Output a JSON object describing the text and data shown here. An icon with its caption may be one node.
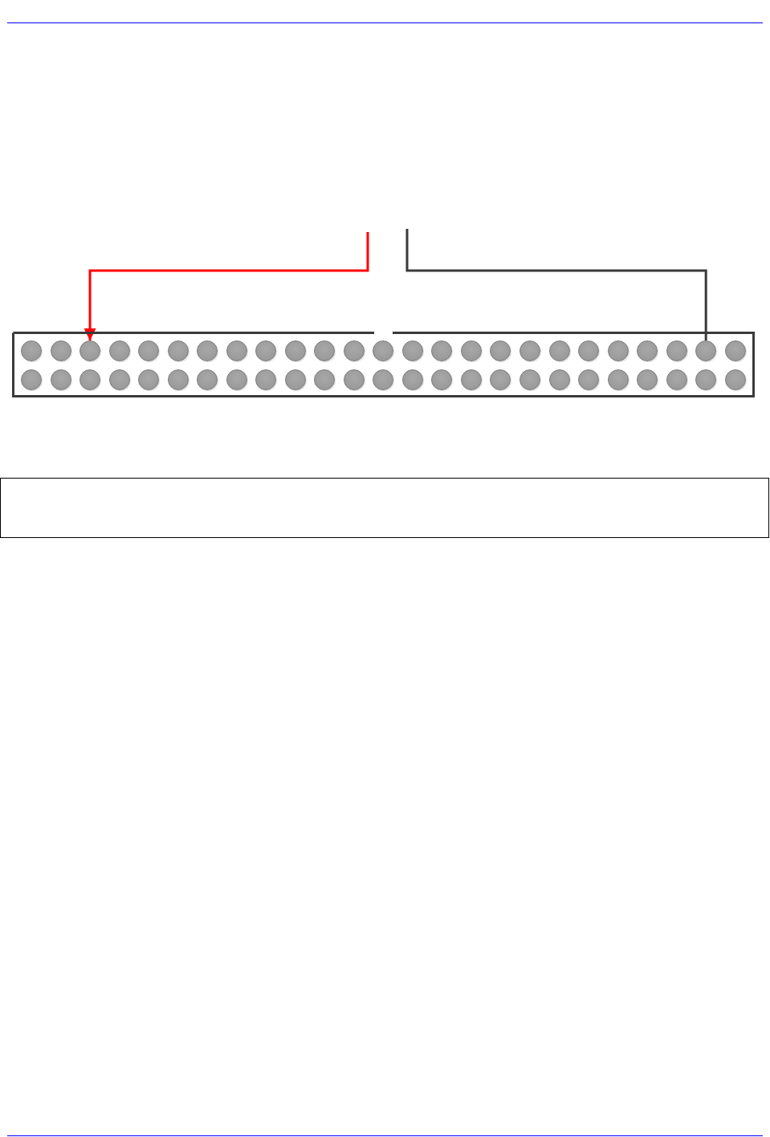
{
  "diagram": {
    "nodes": [
      {
        "text": [],
        "shape": "box"
      },
      {
        "text": [],
        "shape": "circle",
        "in": 0
      },
      {
        "text": [],
        "shape": "circle",
        "in": 0
      },
      {
        "text": [],
        "shape": "circle",
        "in": 0
      },
      {
        "text": [],
        "shape": "circle",
        "in": 0
      },
      {
        "text": [],
        "shape": "circle",
        "in": 0
      },
      {
        "text": [],
        "shape": "circle",
        "in": 0
      },
      {
        "text": [],
        "shape": "circle",
        "in": 0
      },
      {
        "text": [],
        "shape": "circle",
        "in": 0
      },
      {
        "text": [],
        "shape": "circle",
        "in": 0
      },
      {
        "text": [],
        "shape": "circle",
        "in": 0
      },
      {
        "text": [],
        "shape": "circle",
        "in": 0
      },
      {
        "text": [],
        "shape": "circle",
        "in": 0
      },
      {
        "text": [],
        "shape": "circle",
        "in": 0
      },
      {
        "text": [],
        "shape": "circle",
        "in": 0
      },
      {
        "text": [],
        "shape": "circle",
        "in": 0
      },
      {
        "text": [],
        "shape": "circle",
        "in": 0
      },
      {
        "text": [],
        "shape": "circle",
        "in": 0
      },
      {
        "text": [],
        "shape": "circle",
        "in": 0
      },
      {
        "text": [],
        "shape": "circle",
        "in": 0
      },
      {
        "text": [],
        "shape": "circle",
        "in": 0
      },
      {
        "text": [],
        "shape": "circle",
        "in": 0
      },
      {
        "text": [],
        "shape": "circle",
        "in": 0
      },
      {
        "text": [],
        "shape": "circle",
        "in": 0
      },
      {
        "text": [],
        "shape": "circle",
        "in": 0
      },
      {
        "text": [],
        "shape": "circle",
        "in": 0
      },
      {
        "text": [],
        "shape": "circle",
        "in": 0
      },
      {
        "text": [],
        "shape": "circle",
        "in": 0
      },
      {
        "text": [],
        "shape": "circle",
        "in": 0
      },
      {
        "text": [],
        "shape": "circle",
        "in": 0
      },
      {
        "text": [],
        "shape": "circle",
        "in": 0
      },
      {
        "text": [],
        "shape": "circle",
        "in": 0
      },
      {
        "text": [],
        "shape": "circle",
        "in": 0
      },
      {
        "text": [],
        "shape": "circle",
        "in": 0
      },
      {
        "text": [],
        "shape": "circle",
        "in": 0
      },
      {
        "text": [],
        "shape": "circle",
        "in": 0
      },
      {
        "text": [],
        "shape": "circle",
        "in": 0
      },
      {
        "text": [],
        "shape": "circle",
        "in": 0
      },
      {
        "text": [],
        "shape": "circle",
        "in": 0
      },
      {
        "text": [],
        "shape": "circle",
        "in": 0
      },
      {
        "text": [],
        "shape": "circle",
        "in": 0
      },
      {
        "text": [],
        "shape": "circle",
        "in": 0
      },
      {
        "text": [],
        "shape": "circle",
        "in": 0
      },
      {
        "text": [],
        "shape": "circle",
        "in": 0
      },
      {
        "text": [],
        "shape": "circle",
        "in": 0
      },
      {
        "text": [],
        "shape": "circle",
        "in": 0
      },
      {
        "text": [],
        "shape": "circle",
        "in": 0
      },
      {
        "text": [],
        "shape": "circle",
        "in": 0
      },
      {
        "text": [],
        "shape": "circle",
        "in": 0
      },
      {
        "text": [],
        "shape": "circle",
        "in": 0
      },
      {
        "text": [],
        "shape": "circle",
        "in": 0
      },
      {
        "text": [],
        "shape": "box"
      }
    ],
    "edges": [
      {
        "from": null,
        "to": 3,
        "arrow": "to",
        "color": "#ff0000"
      },
      {
        "from": null,
        "to": 24,
        "arrow": "none",
        "color": "#3a3a3a"
      }
    ]
  }
}
